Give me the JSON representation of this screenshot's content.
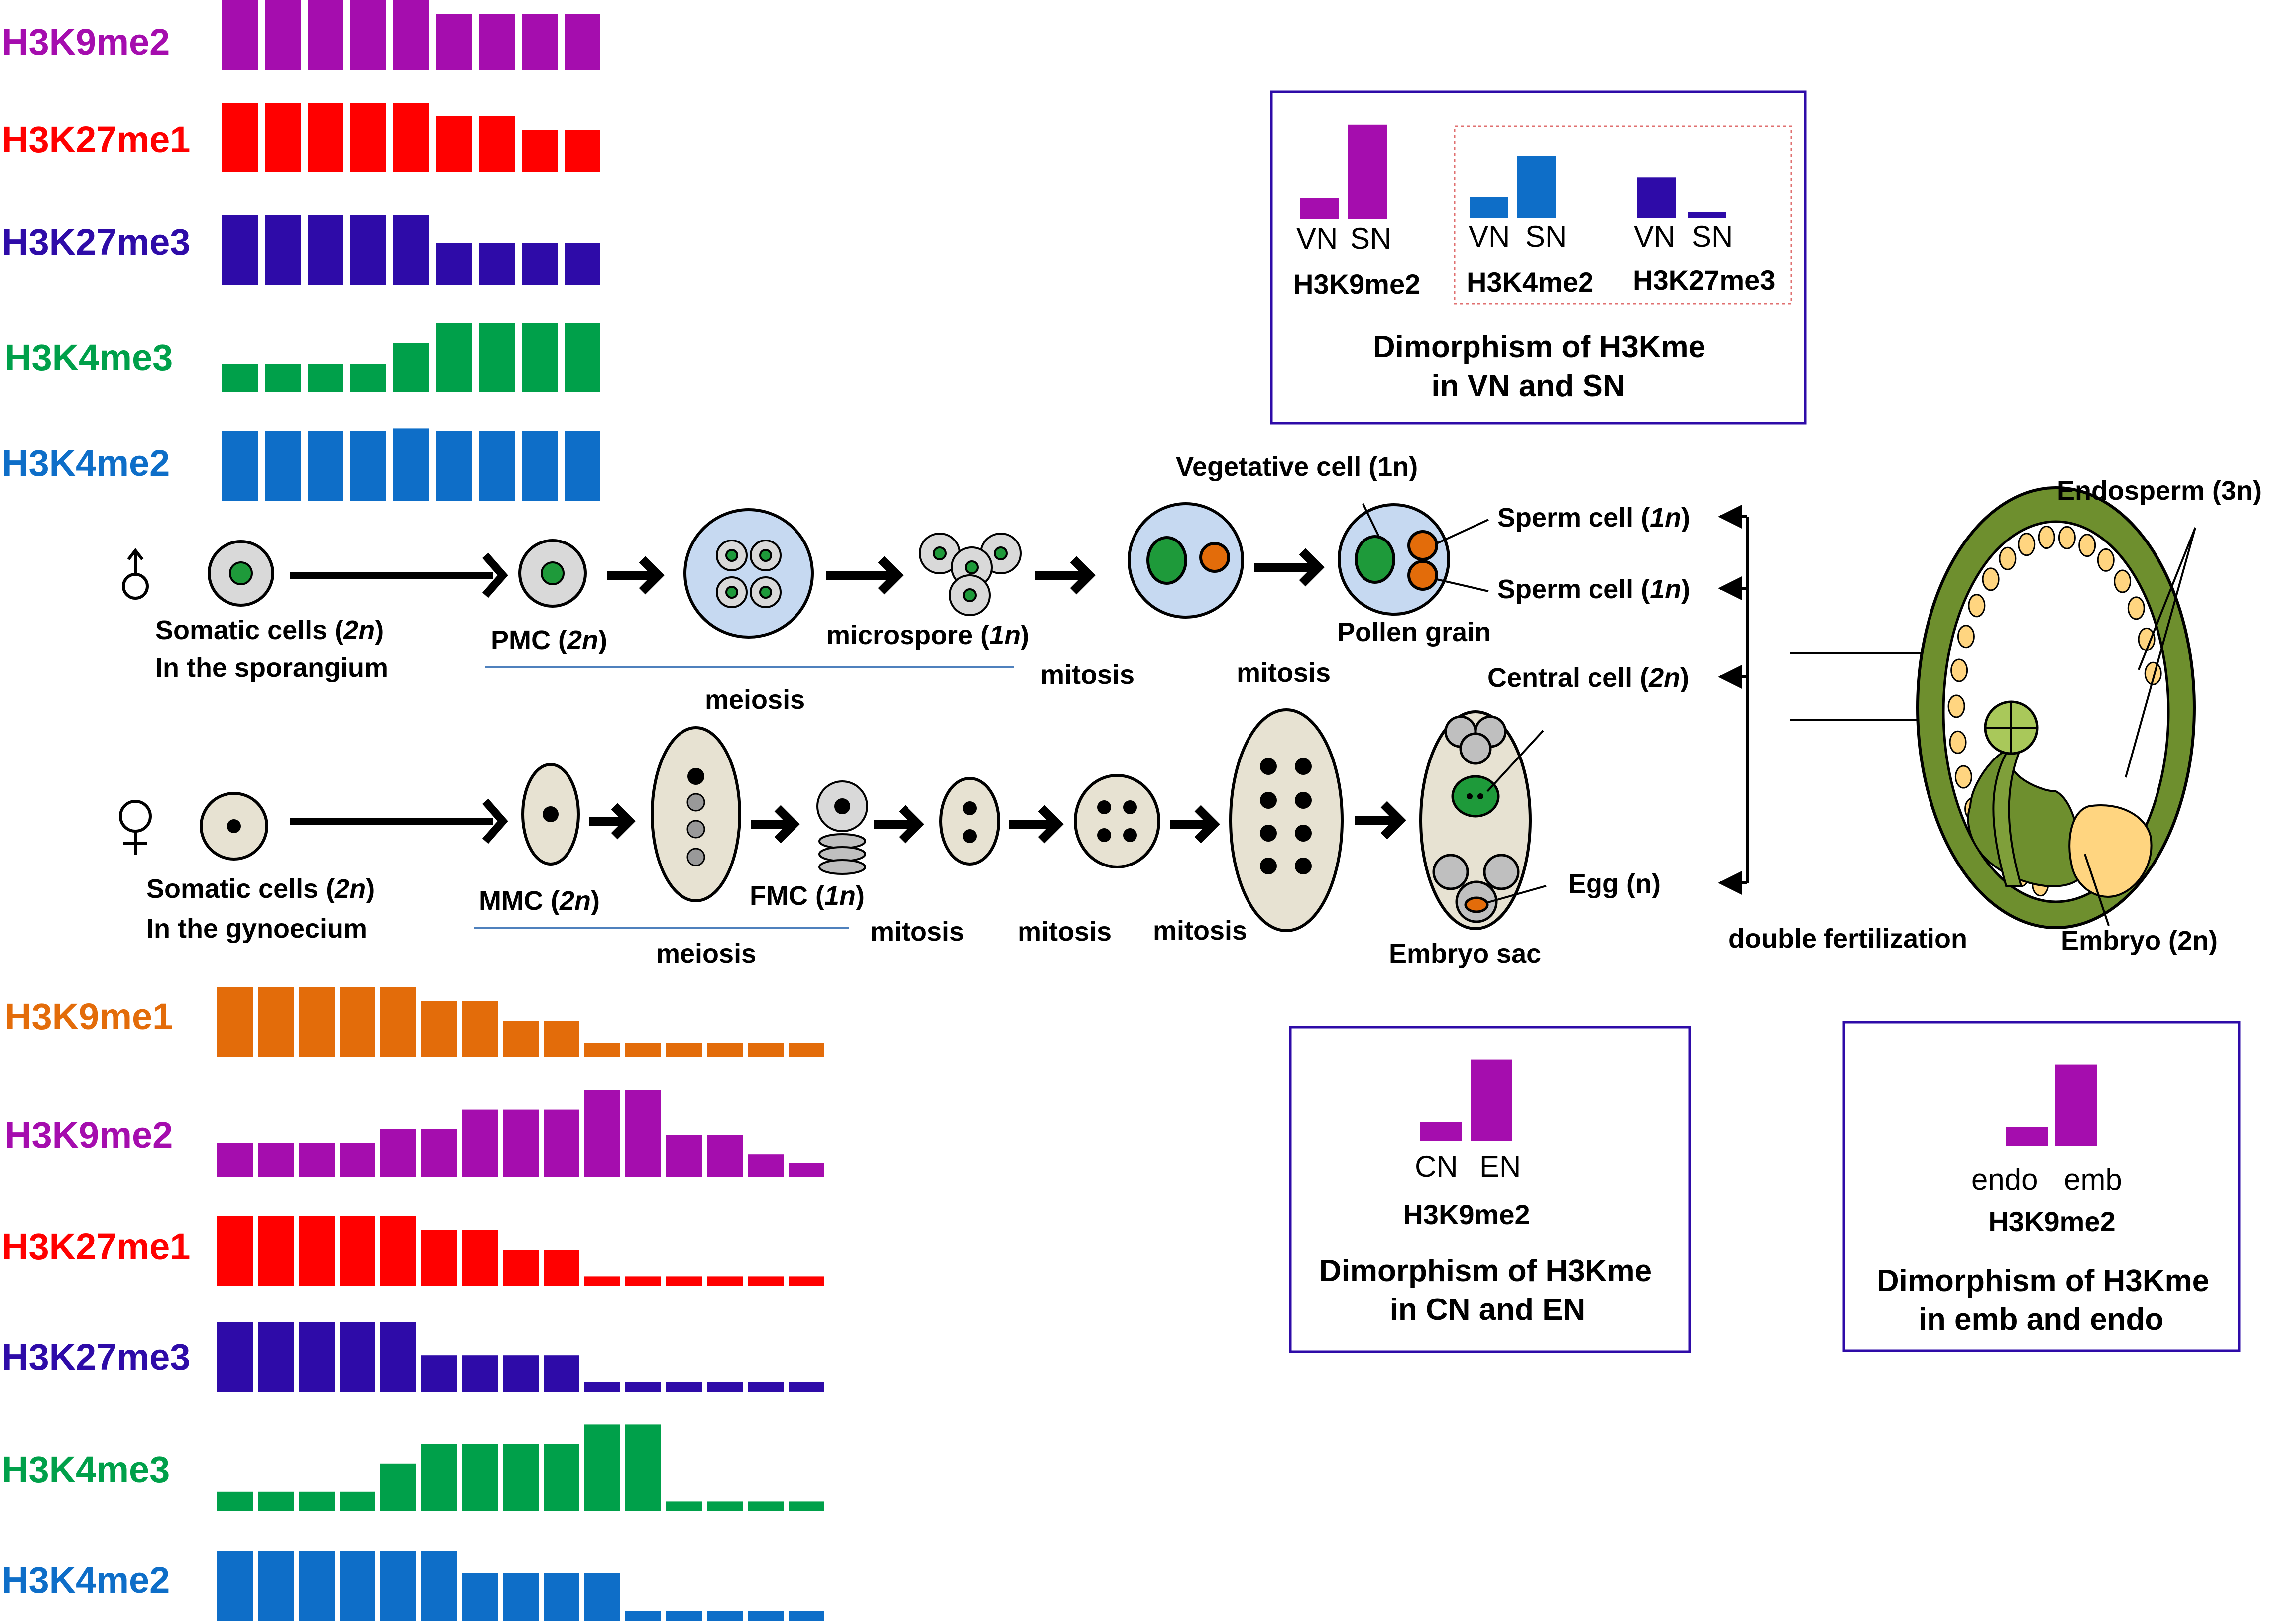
{
  "colors": {
    "H3K9me1": "#E36C0A",
    "H3K9me2": "#A50DAE",
    "H3K27me1": "#FF0000",
    "H3K27me3": "#2E0BA8",
    "H3K4me3": "#00A04A",
    "H3K4me2": "#0E6EC8",
    "nucleus_green": "#1E9A3A",
    "nucleus_orange": "#E36C0A",
    "pollen_blue": "#C6D9F1",
    "cell_grey": "#D9D9D9",
    "cell_beige": "#E7E2D2",
    "seed_green": "#6E8F2E",
    "endosperm_yellow": "#FFD580",
    "box_border": "#2E0BA8"
  },
  "male_tracks": [
    {
      "mark": "H3K9me2",
      "values": [
        5,
        5,
        5,
        5,
        5,
        4,
        4,
        4,
        4
      ]
    },
    {
      "mark": "H3K27me1",
      "values": [
        5,
        5,
        5,
        5,
        5,
        4,
        4,
        3,
        3
      ]
    },
    {
      "mark": "H3K27me3",
      "values": [
        5,
        5,
        5,
        5,
        5,
        3,
        3,
        3,
        3
      ]
    },
    {
      "mark": "H3K4me3",
      "values": [
        2,
        2,
        2,
        2,
        3.5,
        5,
        5,
        5,
        5
      ]
    },
    {
      "mark": "H3K4me2",
      "values": [
        5,
        5,
        5,
        5,
        5.2,
        5,
        5,
        5,
        5
      ]
    }
  ],
  "female_tracks": [
    {
      "mark": "H3K9me1",
      "values": [
        5,
        5,
        5,
        5,
        5,
        4,
        4,
        2.6,
        2.6,
        1,
        1,
        1,
        1,
        1,
        1
      ]
    },
    {
      "mark": "H3K9me2",
      "values": [
        2.4,
        2.4,
        2.4,
        2.4,
        3.4,
        3.4,
        4.8,
        4.8,
        4.8,
        6.2,
        6.2,
        3.0,
        3.0,
        1.6,
        1.0
      ]
    },
    {
      "mark": "H3K27me1",
      "values": [
        5,
        5,
        5,
        5,
        5,
        4,
        4,
        2.6,
        2.6,
        0.7,
        0.7,
        0.7,
        0.7,
        0.7,
        0.7
      ]
    },
    {
      "mark": "H3K27me3",
      "values": [
        5,
        5,
        5,
        5,
        5,
        2.6,
        2.6,
        2.6,
        2.6,
        0.7,
        0.7,
        0.7,
        0.7,
        0.7,
        0.7
      ]
    },
    {
      "mark": "H3K4me3",
      "values": [
        1.4,
        1.4,
        1.4,
        1.4,
        3.4,
        4.8,
        4.8,
        4.8,
        4.8,
        6.2,
        6.2,
        0.7,
        0.7,
        0.7,
        0.7
      ]
    },
    {
      "mark": "H3K4me2",
      "values": [
        5,
        5,
        5,
        5,
        5,
        5,
        3.4,
        3.4,
        3.4,
        3.4,
        0.7,
        0.7,
        0.7,
        0.7,
        0.7
      ]
    }
  ],
  "male_pathway": {
    "somatic": {
      "line1": "Somatic cells (",
      "ital": "2n",
      "close": ")",
      "line2": "In the sporangium"
    },
    "pmc": {
      "pre": "PMC (",
      "ital": "2n",
      "close": ")"
    },
    "microspore": {
      "pre": "microspore (",
      "ital": "1n",
      "close": ")"
    },
    "meiosis": "meiosis",
    "mitosis1": "mitosis",
    "mitosis2": "mitosis",
    "vegetative": "Vegetative cell (1n)",
    "pollen": "Pollen grain",
    "sperm1": {
      "pre": "Sperm cell (",
      "ital": "1n",
      "close": ")"
    },
    "sperm2": {
      "pre": "Sperm cell (",
      "ital": "1n",
      "close": ")"
    }
  },
  "female_pathway": {
    "somatic": {
      "line1": "Somatic cells (",
      "ital": "2n",
      "close": ")",
      "line2": "In the gynoecium"
    },
    "mmc": {
      "pre": "MMC (",
      "ital": "2n",
      "close": ")"
    },
    "fmc": {
      "pre": "FMC (",
      "ital": "1n",
      "close": ")"
    },
    "meiosis": "meiosis",
    "mitosis1": "mitosis",
    "mitosis2": "mitosis",
    "mitosis3": "mitosis",
    "central": {
      "pre": "Central cell (",
      "ital": "2n",
      "close": ")"
    },
    "egg": "Egg (n)",
    "embryo_sac": "Embryo sac"
  },
  "seed": {
    "endosperm": "Endosperm (3n)",
    "embryo": "Embryo (2n)",
    "double_fert": "double fertilization"
  },
  "box_vn_sn": {
    "title1": "Dimorphism of H3Kme",
    "title2": "in  VN and SN",
    "groups": [
      {
        "mark": "H3K9me2",
        "labels": [
          "VN",
          "SN"
        ],
        "values": [
          1,
          4.4
        ]
      },
      {
        "mark": "H3K4me2",
        "labels": [
          "VN",
          "SN"
        ],
        "values": [
          1,
          2.9
        ]
      },
      {
        "mark": "H3K27me3",
        "labels": [
          "VN",
          "SN"
        ],
        "values": [
          1.9,
          0.3
        ]
      }
    ]
  },
  "box_cn_en": {
    "title1": "Dimorphism of H3Kme",
    "title2": "in CN and EN",
    "mark": "H3K9me2",
    "labels": [
      "CN",
      "EN"
    ],
    "values": [
      1,
      4.3
    ]
  },
  "box_emb_endo": {
    "title1": "Dimorphism of H3Kme",
    "title2": "in emb and endo",
    "mark": "H3K9me2",
    "labels": [
      "endo",
      "emb"
    ],
    "values": [
      1,
      4.3
    ]
  }
}
